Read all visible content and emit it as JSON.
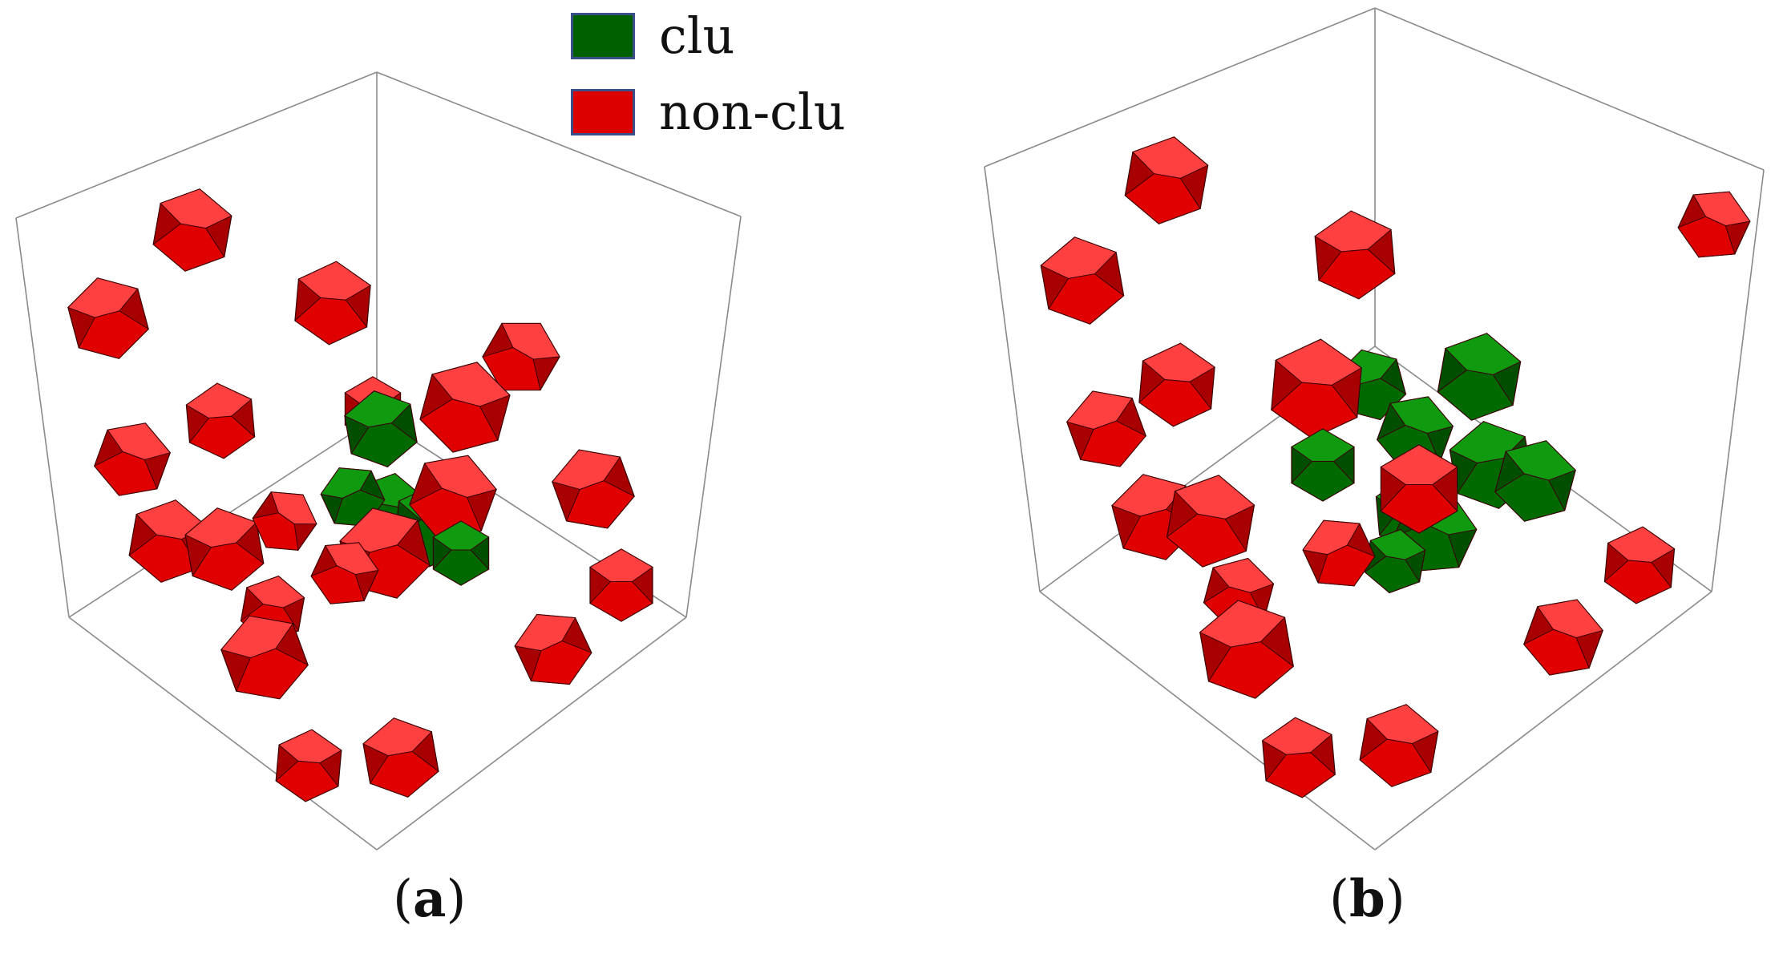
{
  "legend": {
    "items": [
      {
        "label": "clu",
        "color": "#006000"
      },
      {
        "label": "non-clu",
        "color": "#dd0000"
      }
    ]
  },
  "panels": [
    {
      "open": "(",
      "letter": "a",
      "close": ")"
    },
    {
      "open": "(",
      "letter": "b",
      "close": ")"
    }
  ],
  "colors": {
    "clu_front": "#006a00",
    "clu_top": "#109a10",
    "clu_side": "#004e00",
    "non_clu_front": "#e00000",
    "non_clu_top": "#ff4040",
    "non_clu_side": "#a80000",
    "box_edge": "#8a8a8a"
  }
}
